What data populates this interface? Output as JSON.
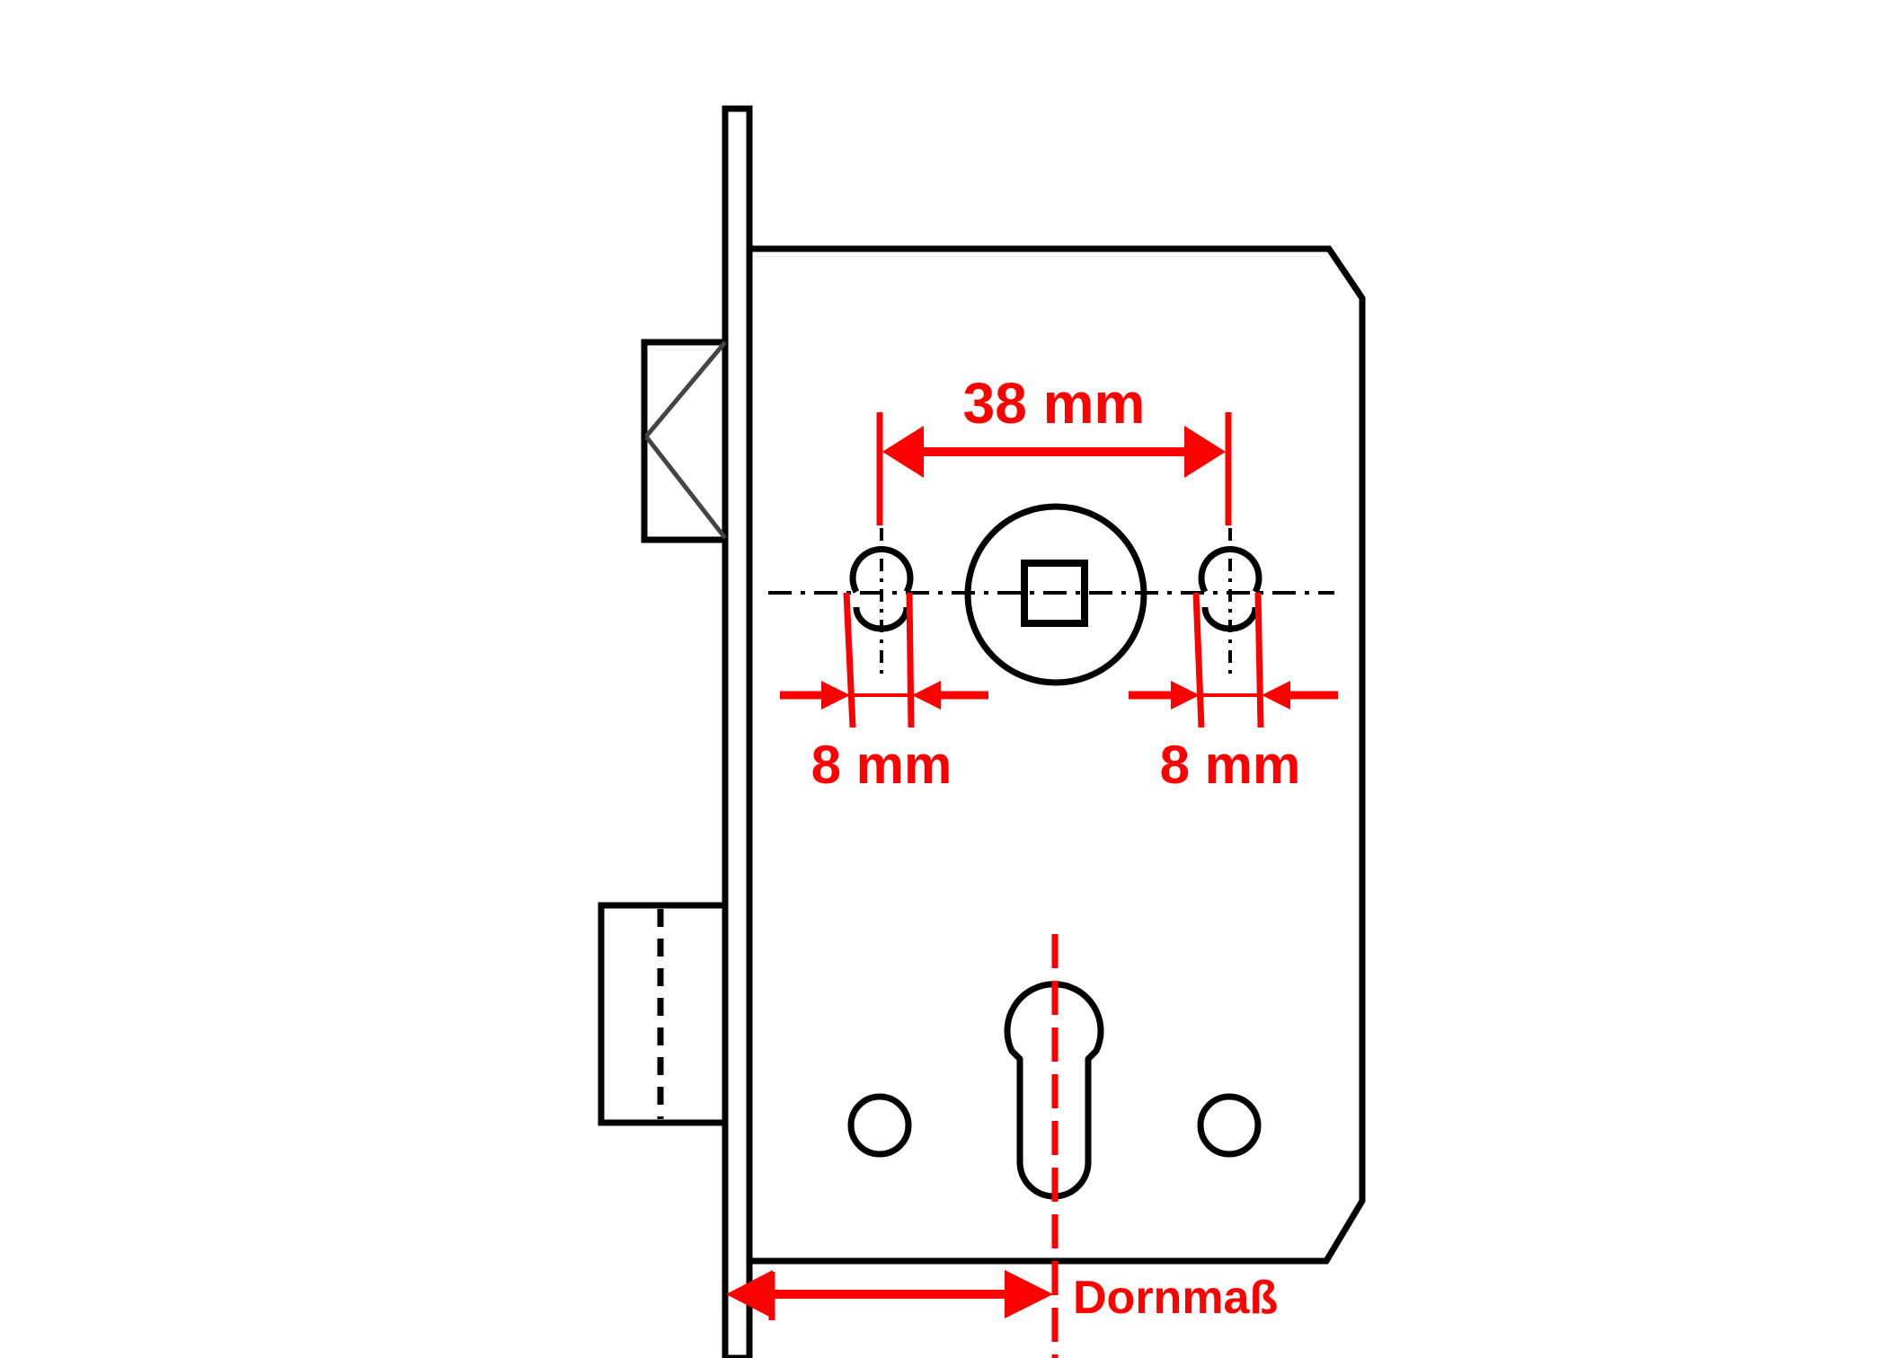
{
  "diagram": {
    "labels": {
      "spindle_spacing": "38 mm",
      "left_screw_hole": "8 mm",
      "right_screw_hole": "8 mm",
      "backset": "Dornmaß"
    },
    "colors": {
      "outline": "#000000",
      "dimension": "#ff0000",
      "background": "#ffffff"
    }
  }
}
